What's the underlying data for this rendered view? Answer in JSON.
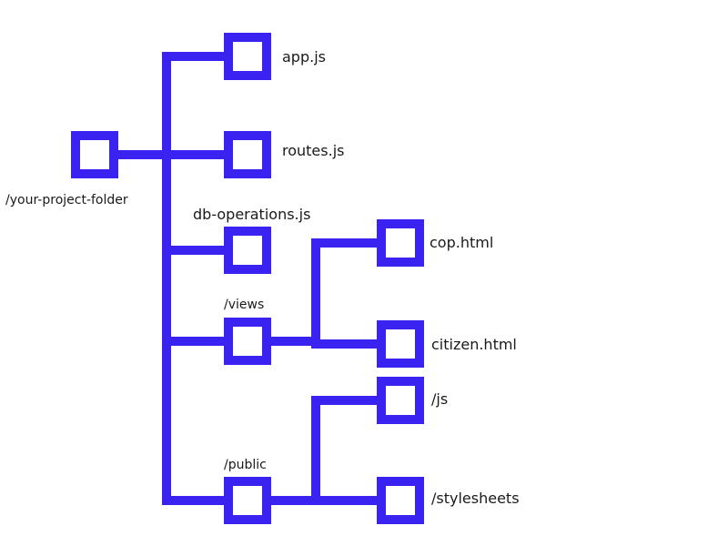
{
  "colors": {
    "accent": "#3a22f0",
    "text": "#1a1a1a",
    "background": "#ffffff"
  },
  "tree": {
    "root": {
      "label": "/your-project-folder"
    },
    "children": [
      {
        "label": "app.js"
      },
      {
        "label": "routes.js"
      },
      {
        "label": "db-operations.js"
      },
      {
        "label": "/views",
        "children": [
          {
            "label": "cop.html"
          },
          {
            "label": "citizen.html"
          }
        ]
      },
      {
        "label": "/public",
        "children": [
          {
            "label": "/js"
          },
          {
            "label": "/stylesheets"
          }
        ]
      }
    ]
  }
}
